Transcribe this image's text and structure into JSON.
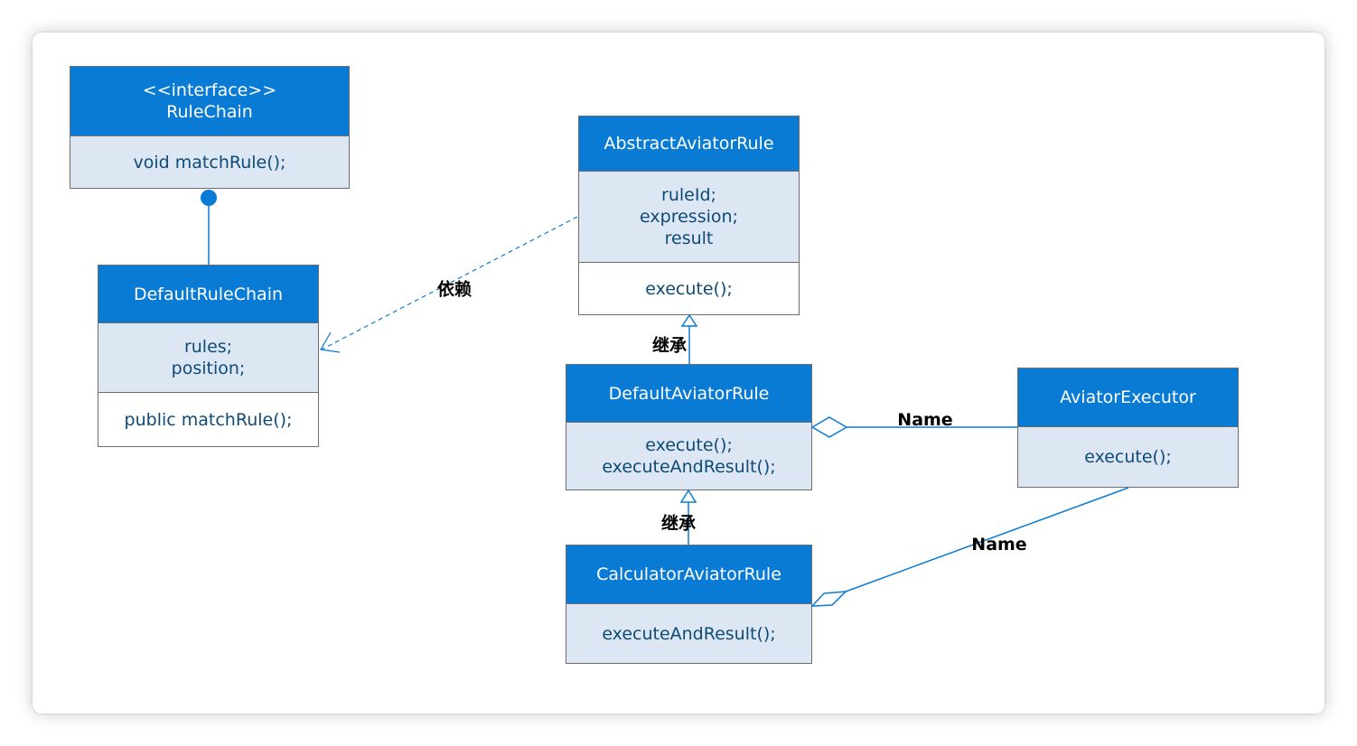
{
  "colors": {
    "header_fill": "#0a7bd4",
    "section_fill": "#dde7f3",
    "line": "#0a7bd4",
    "text": "#0d4a78"
  },
  "classes": {
    "rule_chain": {
      "header_lines": [
        "<<interface>>",
        "RuleChain"
      ],
      "methods": [
        "void matchRule();"
      ]
    },
    "default_rule_chain": {
      "name": "DefaultRuleChain",
      "fields": [
        "rules;",
        "position;"
      ],
      "methods": [
        "public matchRule();"
      ]
    },
    "abstract_aviator_rule": {
      "name": "AbstractAviatorRule",
      "fields": [
        "ruleId;",
        "expression;",
        "result"
      ],
      "methods": [
        "execute();"
      ]
    },
    "default_aviator_rule": {
      "name": "DefaultAviatorRule",
      "methods": [
        "execute();",
        "executeAndResult();"
      ]
    },
    "calculator_aviator_rule": {
      "name": "CalculatorAviatorRule",
      "methods": [
        "executeAndResult();"
      ]
    },
    "aviator_executor": {
      "name": "AviatorExecutor",
      "methods": [
        "execute();"
      ]
    }
  },
  "relations": {
    "dependency_label": "依赖",
    "inherit_label_1": "继承",
    "inherit_label_2": "继承",
    "aggregation_label_1": "Name",
    "aggregation_label_2": "Name"
  }
}
